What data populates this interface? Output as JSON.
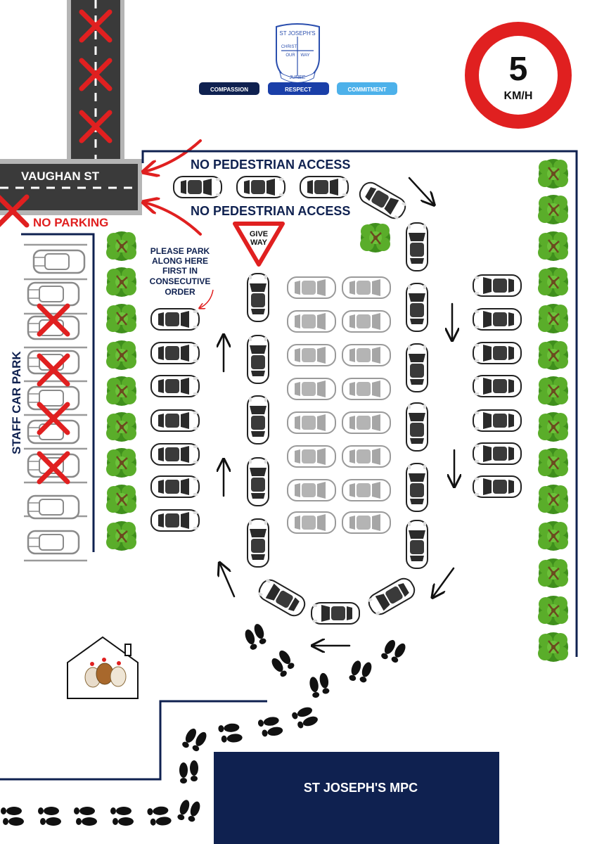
{
  "school": {
    "crest_top": "ST JOSEPH'S",
    "crest_motto_1": "CHRIST",
    "crest_motto_2": "OUR",
    "crest_motto_3": "WAY",
    "crest_bottom": "JUNEE",
    "values": [
      {
        "label": "COMPASSION",
        "color": "#0f2150"
      },
      {
        "label": "RESPECT",
        "color": "#1a3fa8"
      },
      {
        "label": "COMMITMENT",
        "color": "#4db1ea"
      }
    ]
  },
  "speed_sign": {
    "number": "5",
    "unit": "KM/H",
    "ring_color": "#e02020"
  },
  "street": {
    "name": "VAUGHAN ST"
  },
  "labels": {
    "no_parking": "NO PARKING",
    "no_pedestrian_top": "NO PEDESTRIAN ACCESS",
    "no_pedestrian_bottom": "NO PEDESTRIAN ACCESS",
    "give_way_1": "GIVE",
    "give_way_2": "WAY",
    "park_note": [
      "PLEASE PARK",
      "ALONG HERE",
      "FIRST IN",
      "CONSECUTIVE",
      "ORDER"
    ],
    "staff_car_park": "STAFF CAR PARK",
    "mpc": "ST JOSEPH'S MPC"
  },
  "colors": {
    "navy": "#0f2150",
    "red": "#e02020",
    "road": "#3a3a3a",
    "tree": "#4c9a1f"
  },
  "icons": [
    "crest-icon",
    "speed-sign-icon",
    "car-icon",
    "tree-icon",
    "arrow-icon",
    "footprint-icon",
    "chicken-coop-icon",
    "cross-icon"
  ]
}
